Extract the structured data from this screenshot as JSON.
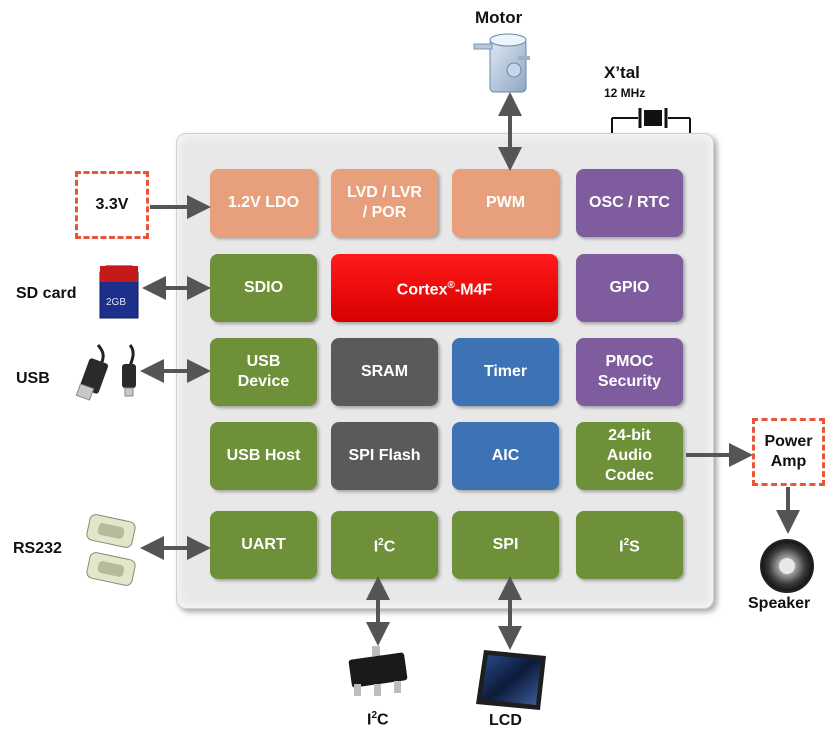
{
  "chip": {
    "blocks": {
      "ldo": "1.2V LDO",
      "lvd": "LVD / LVR\n/ POR",
      "pwm": "PWM",
      "osc": "OSC / RTC",
      "sdio": "SDIO",
      "cpu_main": "Cortex",
      "cpu_reg": "®",
      "cpu_suffix": "-M4F",
      "gpio": "GPIO",
      "usb_device": "USB\nDevice",
      "sram": "SRAM",
      "timer": "Timer",
      "pmoc": "PMOC\nSecurity",
      "usb_host": "USB Host",
      "spi_flash": "SPI Flash",
      "aic": "AIC",
      "codec": "24-bit\nAudio\nCodec",
      "uart": "UART",
      "i2c_main": "I",
      "i2c_sup": "2",
      "i2c_end": "C",
      "spi": "SPI",
      "i2s_main": "I",
      "i2s_sup": "2",
      "i2s_end": "S"
    }
  },
  "external": {
    "motor": "Motor",
    "xtal": "X’tal",
    "xtal_freq": "12 MHz",
    "power": "3.3V",
    "sd_card": "SD card",
    "sd_capacity": "2GB",
    "usb": "USB",
    "rs232": "RS232",
    "power_amp": "Power\nAmp",
    "speaker": "Speaker",
    "i2c_main": "I",
    "i2c_sup": "2",
    "i2c_end": "C",
    "lcd": "LCD"
  },
  "colors": {
    "orange": "#e8a07c",
    "purple": "#7e5c9e",
    "green": "#6e9038",
    "gray": "#5a5a5a",
    "blue": "#3d72b4",
    "red": "#e00000",
    "dashed_border": "#e8563a"
  },
  "icons": [
    "motor-icon",
    "crystal-icon",
    "sd-card-icon",
    "usb-cable-icon",
    "serial-connector-icon",
    "speaker-icon",
    "ic-chip-icon",
    "lcd-monitor-icon"
  ]
}
